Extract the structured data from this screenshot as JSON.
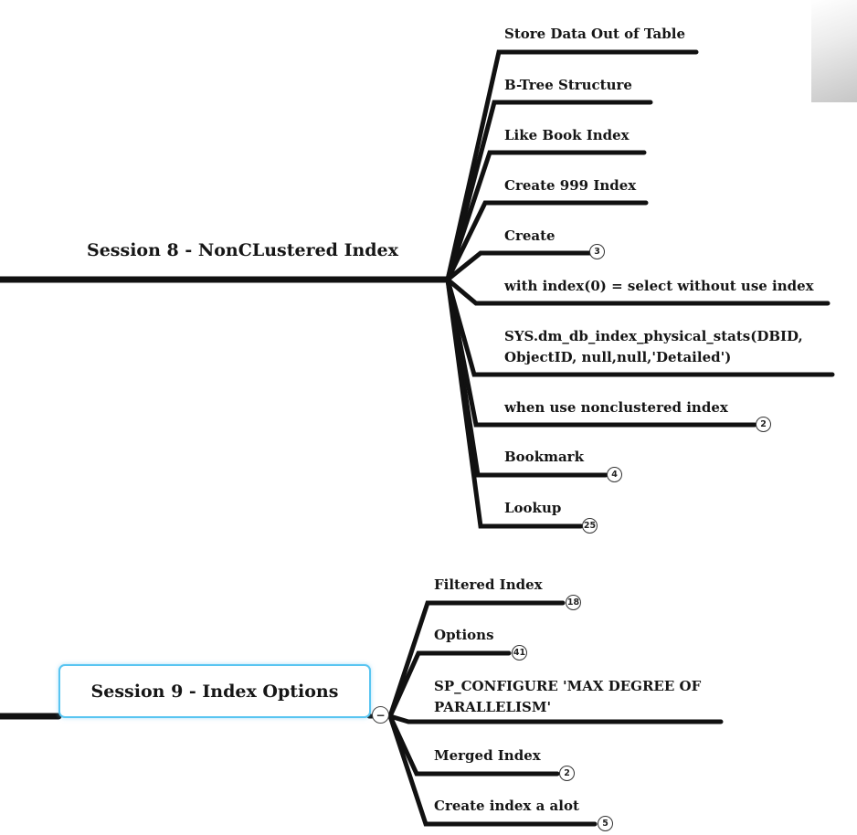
{
  "diagram": {
    "collapse_glyph": "−",
    "nodes": [
      {
        "label": "Session 8 - NonCLustered Index",
        "children": [
          {
            "label": "Store Data Out of Table"
          },
          {
            "label": "B-Tree Structure"
          },
          {
            "label": "Like Book Index"
          },
          {
            "label": "Create 999 Index"
          },
          {
            "label": "Create",
            "badge": "3"
          },
          {
            "label": "with index(0) = select without use index"
          },
          {
            "label": "SYS.dm_db_index_physical_stats(DBID, ObjectID, null,null,'Detailed')"
          },
          {
            "label": "when use nonclustered index",
            "badge": "2"
          },
          {
            "label": "Bookmark",
            "badge": "4"
          },
          {
            "label": "Lookup",
            "badge": "25"
          }
        ]
      },
      {
        "label": "Session 9 - Index Options",
        "children": [
          {
            "label": "Filtered Index",
            "badge": "18"
          },
          {
            "label": "Options",
            "badge": "41"
          },
          {
            "label": "SP_CONFIGURE 'MAX DEGREE OF PARALLELISM'"
          },
          {
            "label": "Merged Index",
            "badge": "2"
          },
          {
            "label": "Create index a alot",
            "badge": "5"
          }
        ]
      }
    ]
  }
}
